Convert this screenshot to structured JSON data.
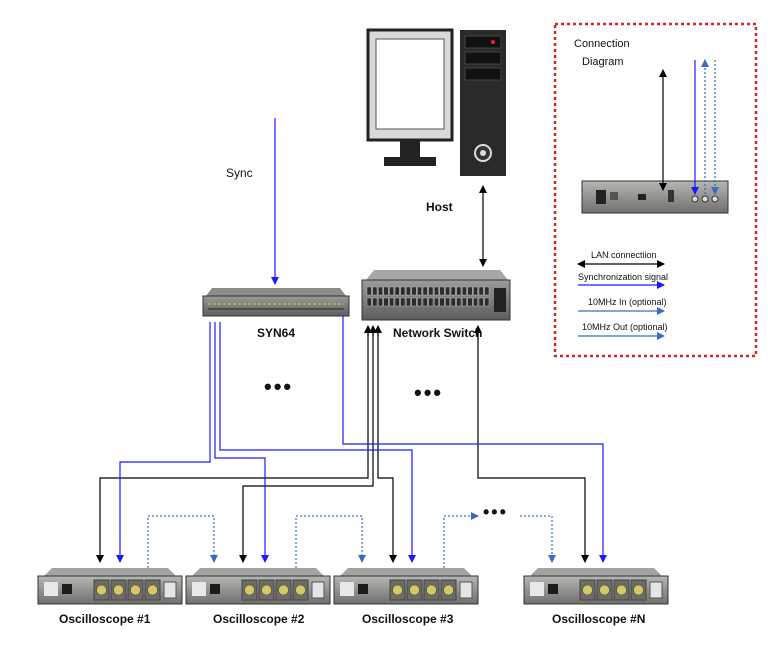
{
  "labels": {
    "sync": "Sync",
    "host": "Host",
    "syn64": "SYN64",
    "network_switch": "Network Switch",
    "ellipsis": "•••"
  },
  "oscilloscopes": [
    {
      "label": "Oscilloscope #1"
    },
    {
      "label": "Oscilloscope #2"
    },
    {
      "label": "Oscilloscope #3"
    },
    {
      "label": "Oscilloscope #N"
    }
  ],
  "connection_box": {
    "title_line1": "Connection",
    "title_line2": "Diagram",
    "border_color": "#d9261c",
    "legend": [
      {
        "label": "LAN connectiion",
        "color": "#000000",
        "style": "double-arrow"
      },
      {
        "label": "Synchronization signal",
        "color": "#1a1aff",
        "style": "solid"
      },
      {
        "label": "10MHz In (optional)",
        "color": "#3b6cc4",
        "style": "dotted"
      },
      {
        "label": "10MHz Out (optional)",
        "color": "#3b6cc4",
        "style": "dotted"
      }
    ]
  },
  "colors": {
    "lan": "#000000",
    "sync": "#1a1aff",
    "ref": "#3b6cc4",
    "device_body": "#8e8f8c",
    "knob": "#d4c86a"
  }
}
